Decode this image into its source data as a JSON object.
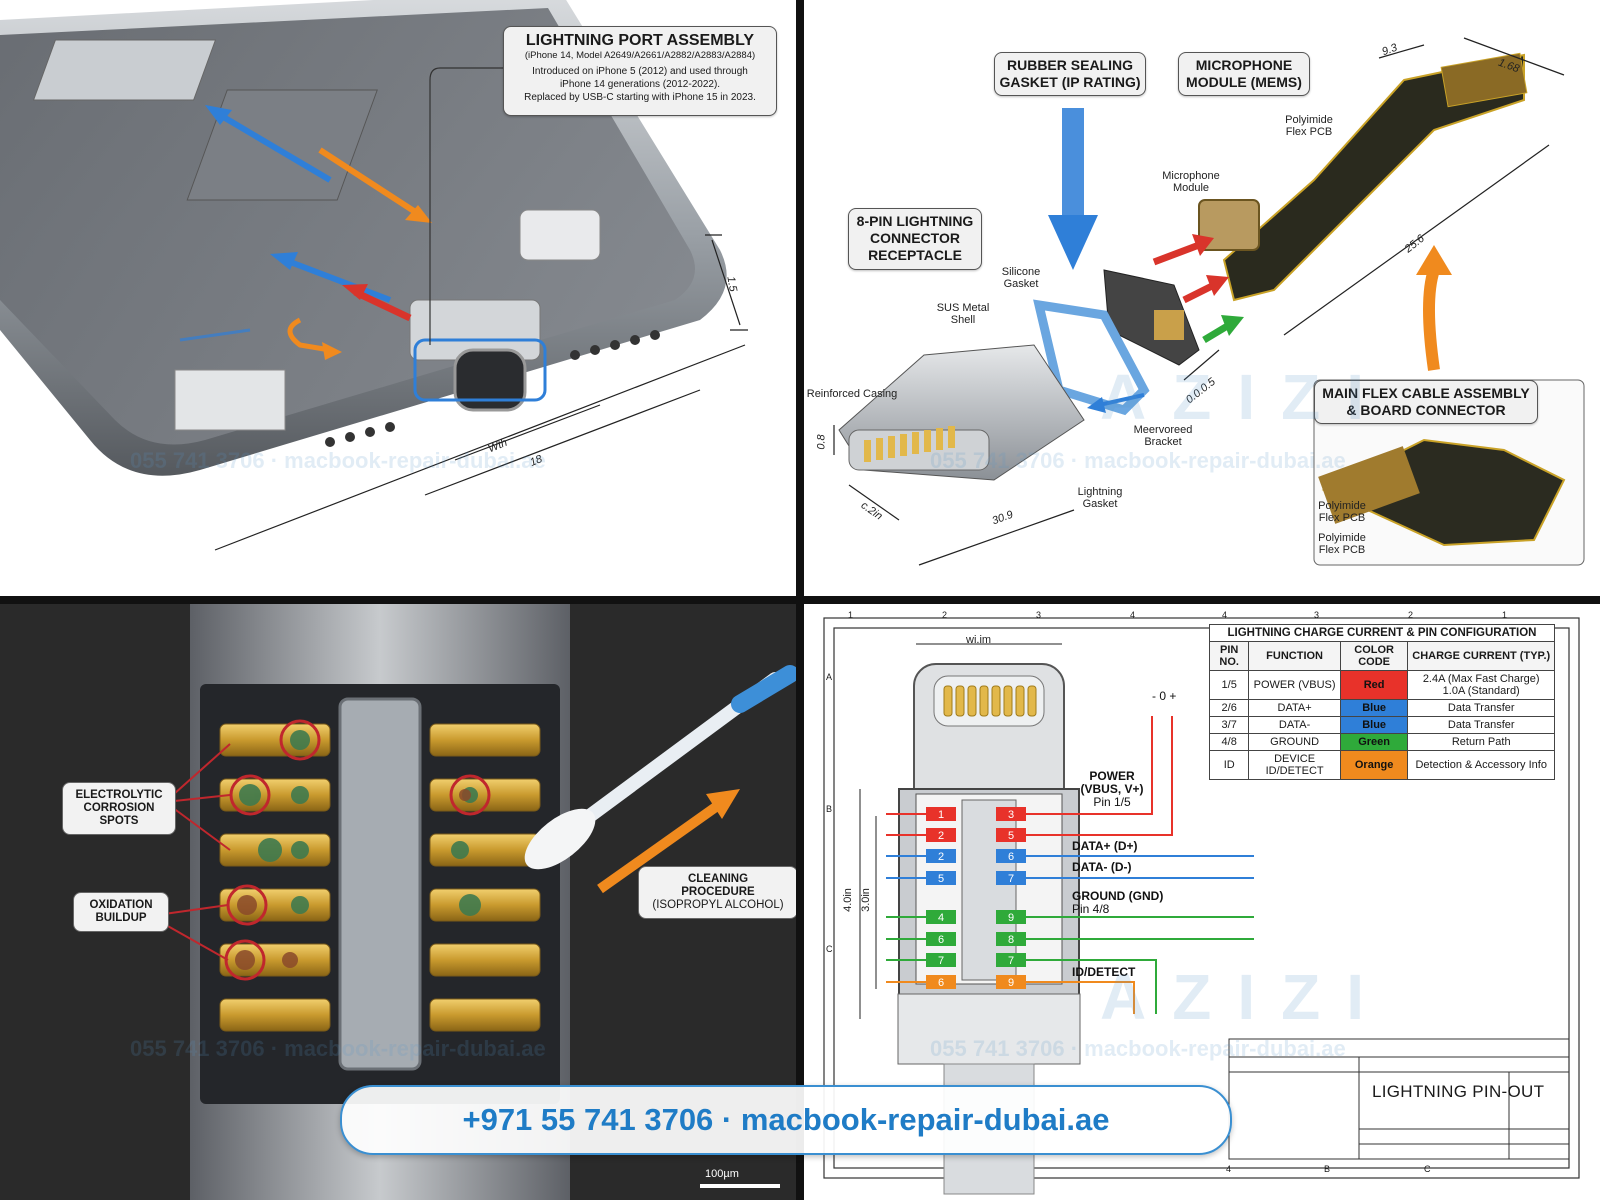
{
  "q1": {
    "title": "LIGHTNING PORT ASSEMBLY",
    "subtitle": "(iPhone 14, Model A2649/A2661/A2882/A2883/A2884)",
    "note_line1": "Introduced on iPhone 5 (2012) and used through",
    "note_line2": "iPhone 14 generations (2012-2022).",
    "note_line3": "Replaced by USB-C starting with iPhone 15 in 2023.",
    "dim_height": "1.5",
    "dim_width": "Wth",
    "dim_18": "18"
  },
  "q2": {
    "gasket_callout_line1": "RUBBER SEALING",
    "gasket_callout_line2": "GASKET (IP RATING)",
    "mic_callout_line1": "MICROPHONE",
    "mic_callout_line2": "MODULE (MEMS)",
    "connector_callout_line1": "8-PIN LIGHTNING",
    "connector_callout_line2": "CONNECTOR",
    "connector_callout_line3": "RECEPTACLE",
    "flex_callout_line1": "MAIN FLEX CABLE ASSEMBLY",
    "flex_callout_line2": "& BOARD CONNECTOR",
    "label_polyimide_top": "Polyimide Flex PCB",
    "label_mic_module": "Microphone Module",
    "label_silicone": "Silicone Gasket",
    "label_sus": "SUS Metal Shell",
    "label_reinforced": "Reinforced Casing",
    "label_meervoreed": "Meervoreed Bracket",
    "label_lightning_gasket": "Lightning Gasket",
    "label_polyimide_1": "Polyimide Flex PCB",
    "label_polyimide_2": "Polyimide Flex PCB",
    "dim_93": "9.3",
    "dim_168": "1.68",
    "dim_256": "25.6",
    "dim_005": "0.0.0.5",
    "dim_08": "0.8",
    "dim_c2in": "c.2in",
    "dim_309": "30.9"
  },
  "q3": {
    "callout_corrosion_line1": "ELECTROLYTIC",
    "callout_corrosion_line2": "CORROSION",
    "callout_corrosion_line3": "SPOTS",
    "callout_oxidation_line1": "OXIDATION",
    "callout_oxidation_line2": "BUILDUP",
    "callout_cleaning_line1": "CLEANING",
    "callout_cleaning_line2": "PROCEDURE",
    "callout_cleaning_line3": "(ISOPROPYL ALCOHOL)",
    "scale_label": "100µm"
  },
  "q4": {
    "table_title": "LIGHTNING CHARGE CURRENT & PIN CONFIGURATION",
    "headers": [
      "PIN NO.",
      "FUNCTION",
      "COLOR CODE",
      "CHARGE CURRENT (TYP.)"
    ],
    "rows": [
      {
        "pin": "1/5",
        "function": "POWER (VBUS)",
        "color": "Red",
        "color_hex": "#e8322a",
        "current": "2.4A (Max Fast Charge) 1.0A (Standard)"
      },
      {
        "pin": "2/6",
        "function": "DATA+",
        "color": "Blue",
        "color_hex": "#2f7fd8",
        "current": "Data Transfer"
      },
      {
        "pin": "3/7",
        "function": "DATA-",
        "color": "Blue",
        "color_hex": "#2f7fd8",
        "current": "Data Transfer"
      },
      {
        "pin": "4/8",
        "function": "GROUND",
        "color": "Green",
        "color_hex": "#2faa3a",
        "current": "Return Path"
      },
      {
        "pin": "ID",
        "function": "DEVICE ID/DETECT",
        "color": "Orange",
        "color_hex": "#f08a1e",
        "current": "Detection & Accessory Info"
      }
    ],
    "left_pins": [
      "1",
      "2",
      "2",
      "5",
      "4",
      "6",
      "7",
      "6"
    ],
    "right_pins": [
      "3",
      "5",
      "6",
      "7",
      "9",
      "8",
      "7",
      "9"
    ],
    "pin_colors": [
      "#e8322a",
      "#e8322a",
      "#2f7fd8",
      "#2f7fd8",
      "#2faa3a",
      "#2faa3a",
      "#2faa3a",
      "#f08a1e"
    ],
    "label_power_line1": "POWER",
    "label_power_line2": "(VBUS, V+)",
    "label_power_line3": "Pin 1/5",
    "label_data_plus": "DATA+ (D+)",
    "label_data_minus": "DATA- (D-)",
    "label_ground_line1": "GROUND (GND)",
    "label_ground_line2": "Pin 4/8",
    "label_id": "ID/DETECT",
    "polarity": "- 0 +",
    "dim_width": "wi.im",
    "dim_40": "4.0in",
    "dim_30": "3.0in",
    "title_block_title": "LIGHTNING PIN-OUT",
    "grid_top": [
      "1",
      "2",
      "3",
      "4",
      "4",
      "3",
      "2",
      "1"
    ],
    "grid_side": [
      "A",
      "B",
      "C"
    ],
    "grid_bottom": [
      "4",
      "B",
      "C"
    ]
  },
  "banner_text": "+971 55 741 3706 · macbook-repair-dubai.ae",
  "watermark_brand": "AZIZI",
  "watermark_contact": "055 741 3706 · macbook-repair-dubai.ae"
}
